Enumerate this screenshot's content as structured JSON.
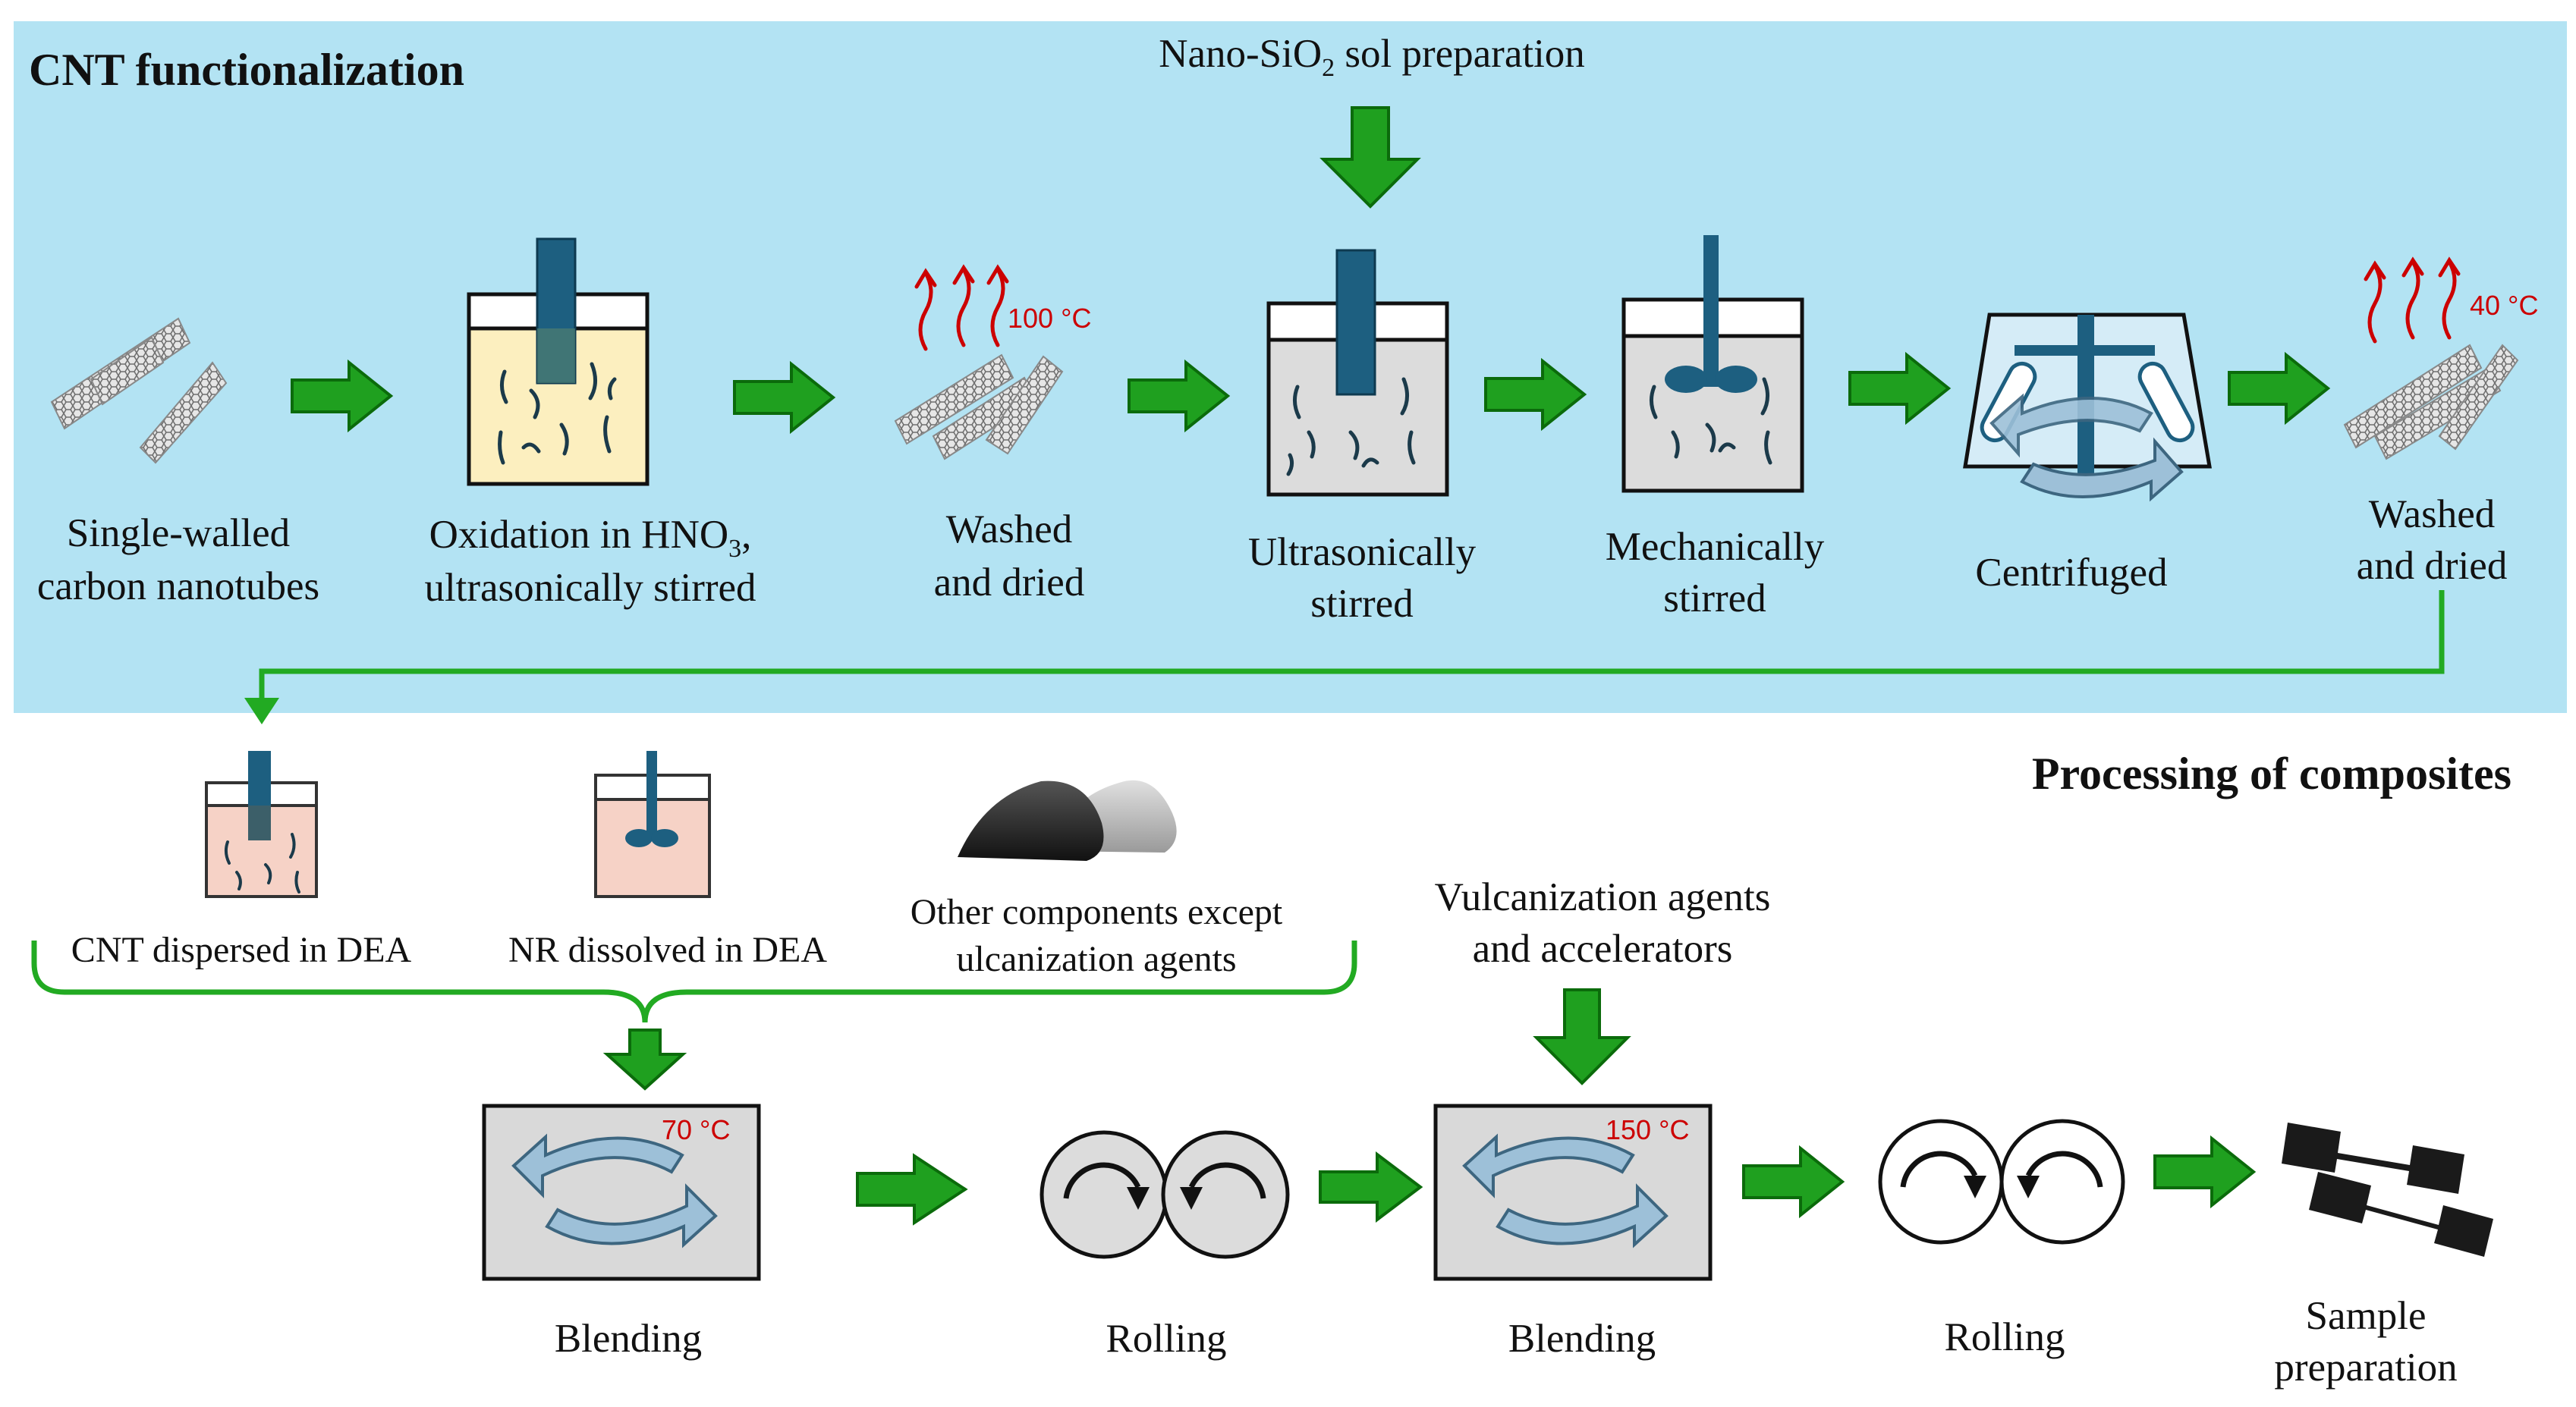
{
  "sections": {
    "functionalization": "CNT functionalization",
    "processing": "Processing of composites"
  },
  "top_input": {
    "prefix": "Nano-SiO",
    "subscript": "2",
    "suffix": " sol preparation"
  },
  "steps": {
    "s1": {
      "line1": "Single-walled",
      "line2": "carbon nanotubes"
    },
    "s2": {
      "line1_prefix": "Oxidation in HNO",
      "line1_sub": "3",
      "line1_suffix": ",",
      "line2": "ultrasonically stirred"
    },
    "s3": {
      "line1": "Washed",
      "line2": "and dried",
      "temp": "100 °C"
    },
    "s4": {
      "line1": "Ultrasonically",
      "line2": "stirred"
    },
    "s5": {
      "line1": "Mechanically",
      "line2": "stirred"
    },
    "s6": {
      "line1": "Centrifuged"
    },
    "s7": {
      "line1": "Washed",
      "line2": "and dried",
      "temp": "40 °C"
    }
  },
  "inputs": {
    "cnt_dea": "CNT dispersed in DEA",
    "nr_dea": "NR dissolved in DEA",
    "other": {
      "line1": "Other components except",
      "line2": "ulcanization agents"
    },
    "vulc": {
      "line1": "Vulcanization agents",
      "line2": "and accelerators"
    }
  },
  "process": {
    "blend1": {
      "label": "Blending",
      "temp": "70 °C"
    },
    "roll1": {
      "label": "Rolling"
    },
    "blend2": {
      "label": "Blending",
      "temp": "150 °C"
    },
    "roll2": {
      "label": "Rolling"
    },
    "sample": {
      "line1": "Sample",
      "line2": "preparation"
    }
  },
  "colors": {
    "panel": "#b3e3f3",
    "arrow_fill": "#1fa01f",
    "arrow_stroke": "#0b6b0b",
    "connector": "#22aa22",
    "probe": "#1d5f80",
    "heat": "#cc0000",
    "machine": "#d9d9d9",
    "rotation_arrow": "#9dc0d8"
  }
}
